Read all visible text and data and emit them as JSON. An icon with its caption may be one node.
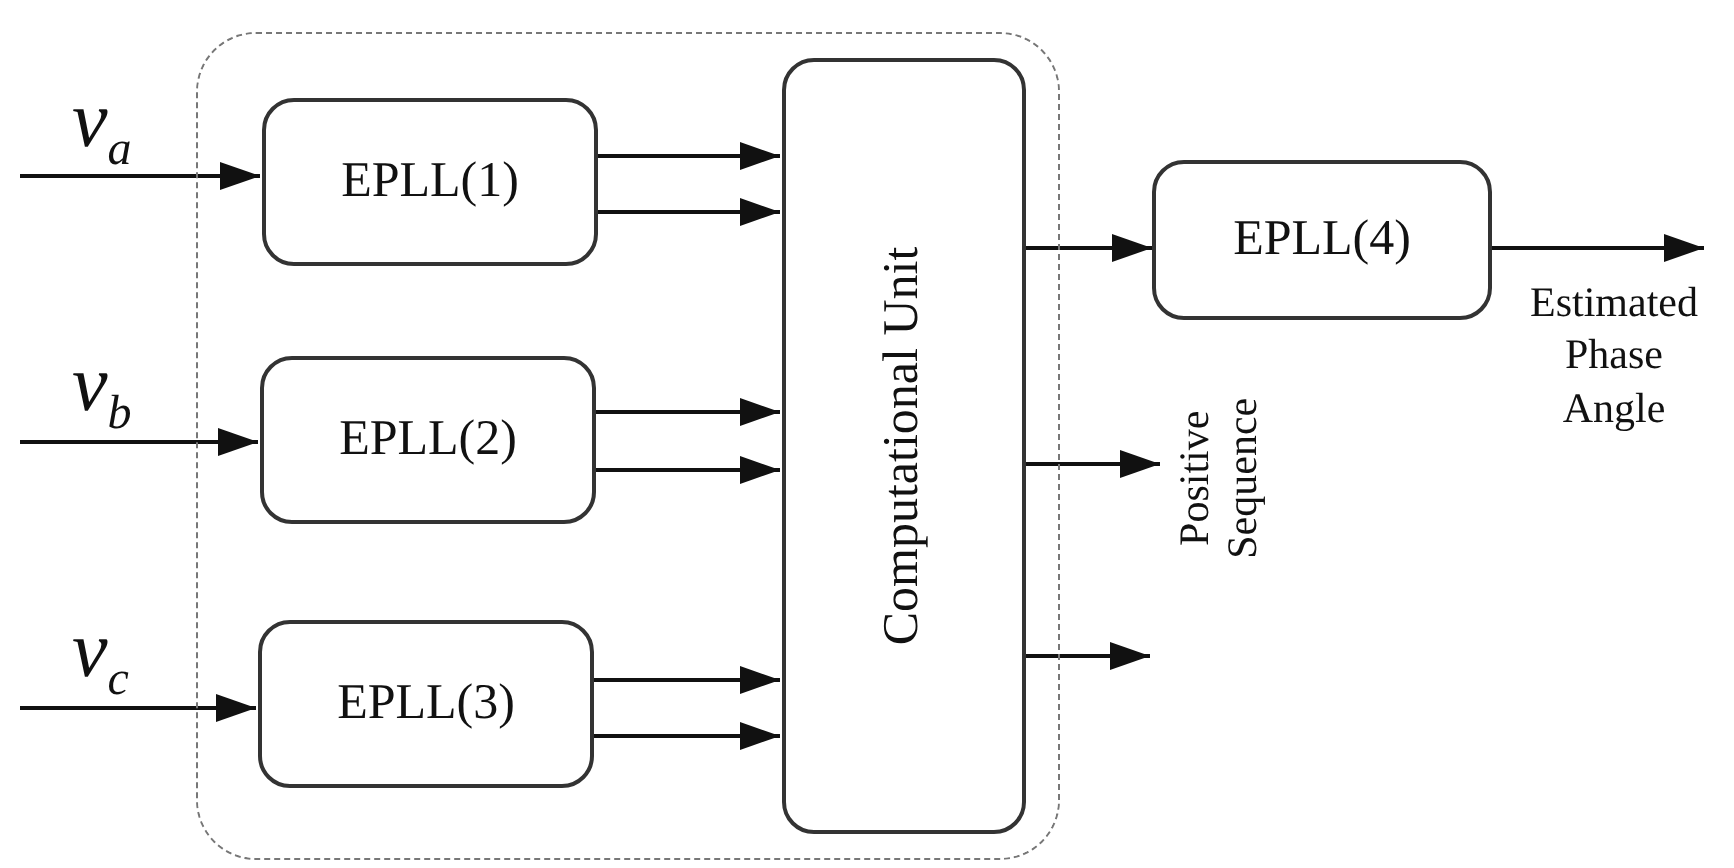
{
  "diagram": {
    "nodes": [
      {
        "text": [],
        "shape": "box"
      },
      {
        "text": [
          "EPLL(1)"
        ],
        "in": 0
      },
      {
        "text": [
          "EPLL(2)"
        ],
        "in": 0
      },
      {
        "text": [
          "EPLL(3)"
        ],
        "in": 0
      },
      {
        "text": [
          "Computational Unit"
        ],
        "in": 0
      },
      {
        "text": [
          "EPLL(4)"
        ]
      },
      {
        "text": [
          "Positive Sequence"
        ]
      }
    ],
    "edges": [
      {
        "from": null,
        "to": 1,
        "arrow": "to",
        "label": "v$_{a}$"
      },
      {
        "from": null,
        "to": 2,
        "arrow": "to",
        "label": "v$_{b}$"
      },
      {
        "from": null,
        "to": 3,
        "arrow": "to",
        "label": "v$_{c}$"
      },
      {
        "from": 1,
        "to": 4,
        "arrow": "to"
      },
      {
        "from": 1,
        "to": 4,
        "arrow": "to"
      },
      {
        "from": 2,
        "to": 4,
        "arrow": "to"
      },
      {
        "from": 2,
        "to": 4,
        "arrow": "to"
      },
      {
        "from": 3,
        "to": 4,
        "arrow": "to"
      },
      {
        "from": 3,
        "to": 4,
        "arrow": "to"
      },
      {
        "from": 4,
        "to": 5,
        "arrow": "to"
      },
      {
        "from": 4,
        "to": 6,
        "arrow": "to"
      },
      {
        "from": 4,
        "to": null,
        "arrow": "to"
      },
      {
        "from": 5,
        "to": null,
        "arrow": "to",
        "label": "Estimated Phase Angle"
      }
    ]
  }
}
